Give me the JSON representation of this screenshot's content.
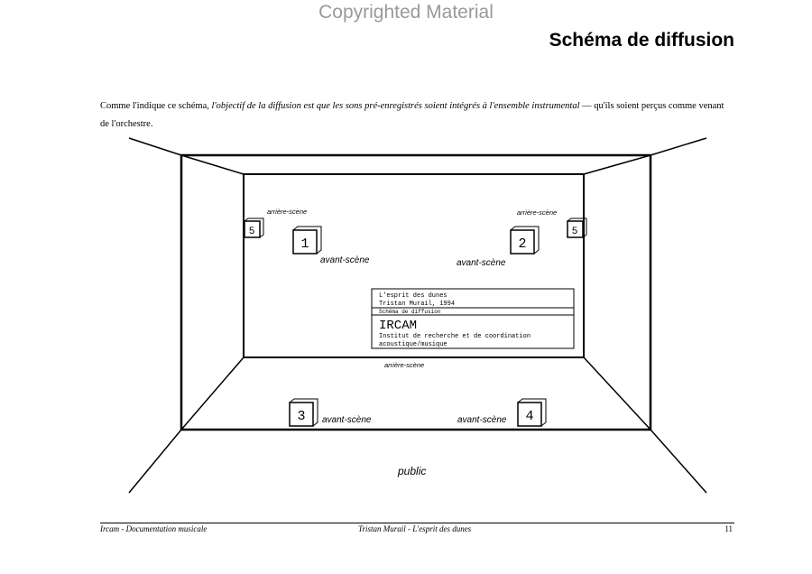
{
  "watermark": "Copyrighted Material",
  "title": "Schéma de diffusion",
  "intro": {
    "lead": "Comme l'indique ce schéma, ",
    "italic": "l'objectif de la diffusion est que les sons pré-enregistrés soient intégrés à l'ensemble instrumental",
    "tail": " — qu'ils soient perçus comme venant de l'orchestre."
  },
  "diagram": {
    "speakers": [
      {
        "id": "1",
        "label": "1"
      },
      {
        "id": "2",
        "label": "2"
      },
      {
        "id": "3",
        "label": "3"
      },
      {
        "id": "4",
        "label": "4"
      },
      {
        "id": "5a",
        "label": "5"
      },
      {
        "id": "5b",
        "label": "5"
      }
    ],
    "labels": {
      "arriere_scene": "arrière-scène",
      "avant_scene": "avant-scène",
      "public": "public"
    },
    "cartouche": {
      "work_title": "L'esprit des dunes",
      "composer_year": "Tristan Murail, 1994",
      "subtitle": "Schéma de diffusion",
      "institute": "IRCAM",
      "institute_line1": "Institut de recherche et de coordination",
      "institute_line2": "acoustique/musique"
    }
  },
  "footer": {
    "left": "Ircam - Documentation musicale",
    "center": "Tristan Murail - L'esprit des dunes",
    "page": "11"
  }
}
